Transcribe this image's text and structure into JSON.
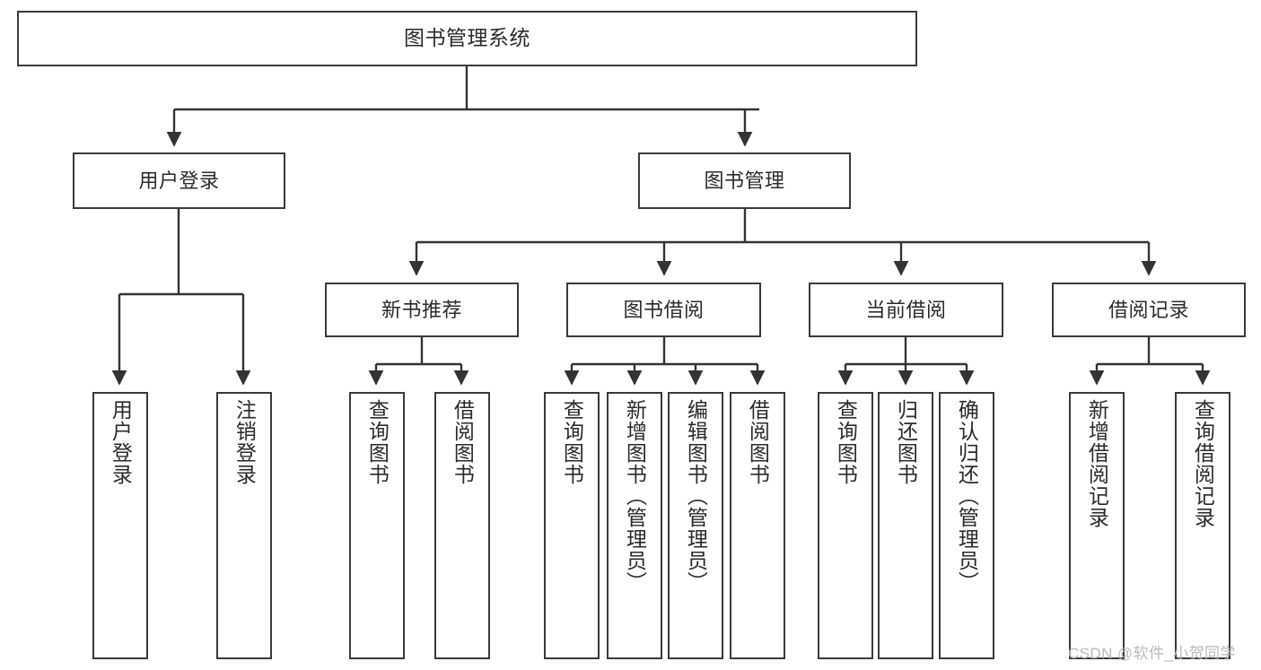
{
  "diagram": {
    "title": "图书管理系统",
    "type": "hierarchy-tree",
    "colors": {
      "box_border": "#3a3a3a",
      "box_fill": "#ffffff",
      "edge": "#333333",
      "text": "#2b2b2b",
      "watermark": "#b8b8b8",
      "background": "#ffffff"
    },
    "watermark": "CSDN @软件_小贺同学"
  },
  "nodes": {
    "root": {
      "label": "图书管理系统"
    },
    "level1": [
      {
        "label": "用户登录"
      },
      {
        "label": "图书管理"
      }
    ],
    "level2": [
      {
        "label": "新书推荐"
      },
      {
        "label": "图书借阅"
      },
      {
        "label": "当前借阅"
      },
      {
        "label": "借阅记录"
      }
    ],
    "leaves": {
      "user_login": [
        {
          "label": "用户登录"
        },
        {
          "label": "注销登录"
        }
      ],
      "new_book": [
        {
          "label": "查询图书"
        },
        {
          "label": "借阅图书"
        }
      ],
      "book_borrow": [
        {
          "label": "查询图书"
        },
        {
          "label": "新增图书（管理员）"
        },
        {
          "label": "编辑图书（管理员）"
        },
        {
          "label": "借阅图书"
        }
      ],
      "current_borrow": [
        {
          "label": "查询图书"
        },
        {
          "label": "归还图书"
        },
        {
          "label": "确认归还（管理员）"
        }
      ],
      "borrow_record": [
        {
          "label": "新增借阅记录"
        },
        {
          "label": "查询借阅记录"
        }
      ]
    }
  }
}
